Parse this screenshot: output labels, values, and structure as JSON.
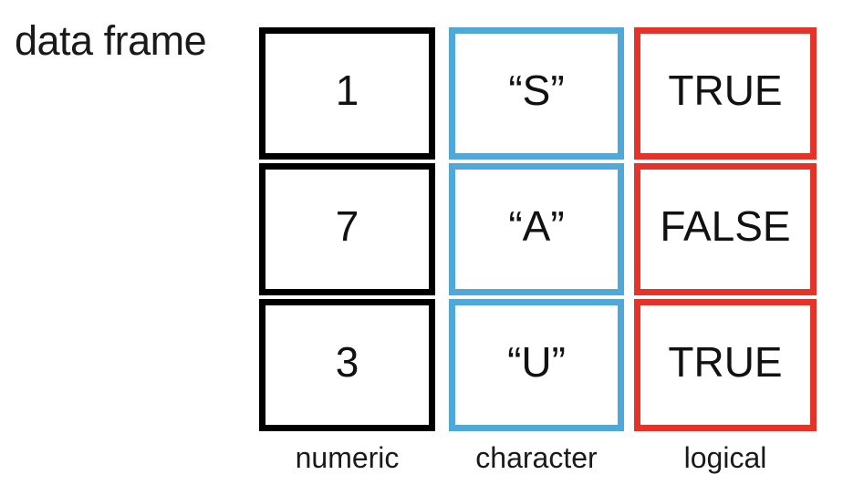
{
  "title": "data frame",
  "background_color": "#ffffff",
  "text_color": "#1a1a1a",
  "table": {
    "columns": [
      {
        "label": "numeric",
        "border_color": "#000000",
        "values": [
          "1",
          "7",
          "3"
        ]
      },
      {
        "label": "character",
        "border_color": "#4FA8D8",
        "values": [
          "“S”",
          "“A”",
          "“U”"
        ]
      },
      {
        "label": "logical",
        "border_color": "#E5332A",
        "values": [
          "TRUE",
          "FALSE",
          "TRUE"
        ]
      }
    ]
  }
}
